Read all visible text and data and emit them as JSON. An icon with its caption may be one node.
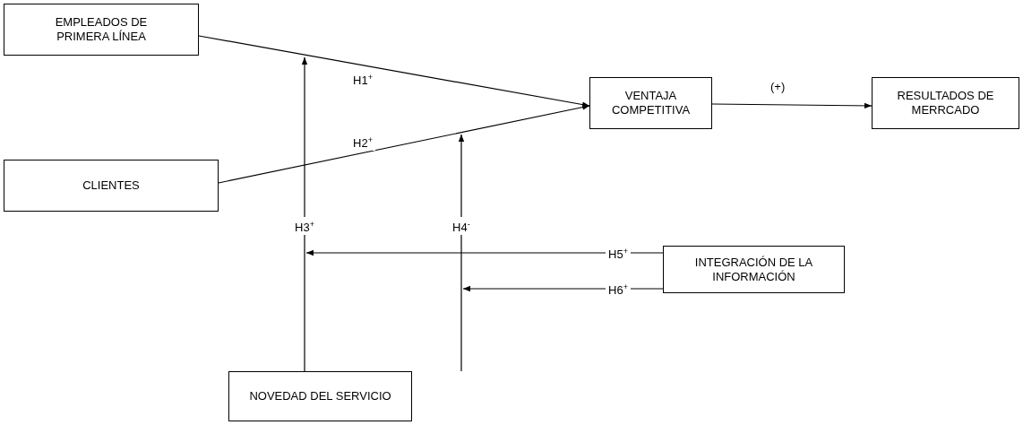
{
  "diagram": {
    "nodes": [
      {
        "text": [
          "EMPLEADOS DE PRIMERA LÍNEA"
        ]
      },
      {
        "text": [
          "CLIENTES"
        ]
      },
      {
        "text": [
          "VENTAJA COMPETITIVA"
        ]
      },
      {
        "text": [
          "RESULTADOS DE MERRCADO"
        ]
      },
      {
        "text": [
          "INTEGRACIÓN DE LA INFORMACIÓN"
        ]
      },
      {
        "text": [
          "NOVEDAD DEL SERVICIO"
        ]
      }
    ],
    "edges": [
      {
        "from": 0,
        "to": 2,
        "arrow": "to",
        "label": "H1$^{+}$"
      },
      {
        "from": 1,
        "to": 2,
        "arrow": "to",
        "label": "H2$^{+}$"
      },
      {
        "from": 2,
        "to": 3,
        "arrow": "to",
        "label": "(+)"
      },
      {
        "from": 5,
        "to": null,
        "arrow": "to",
        "label": "H3$^{+}$"
      },
      {
        "from": 5,
        "to": null,
        "arrow": "to",
        "label": "H4$^{-}$"
      },
      {
        "from": 4,
        "to": null,
        "arrow": "to",
        "label": "H5$^{+}$"
      },
      {
        "from": 4,
        "to": null,
        "arrow": "to",
        "label": "H6$^{+}$"
      }
    ]
  }
}
